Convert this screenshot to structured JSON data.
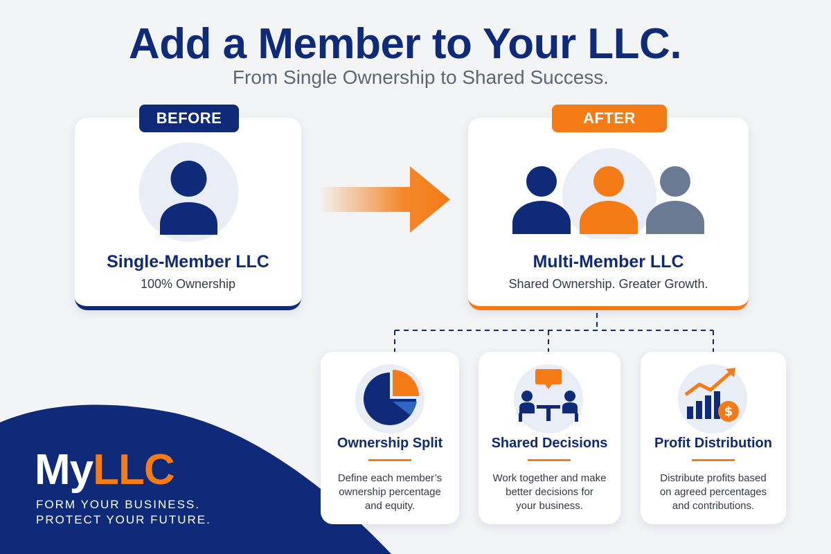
{
  "header": {
    "title": "Add a Member to Your LLC.",
    "subtitle": "From Single Ownership to Shared Success."
  },
  "before": {
    "badge": "BEFORE",
    "title": "Single-Member LLC",
    "text": "100% Ownership",
    "icon": "single-person-icon"
  },
  "after": {
    "badge": "AFTER",
    "title": "Multi-Member LLC",
    "text": "Shared Ownership. Greater Growth.",
    "icon": "group-of-people-icon"
  },
  "features": [
    {
      "title": "Ownership Split",
      "lines": [
        "Define each member’s",
        "ownership percentage",
        "and equity."
      ],
      "icon": "pie-chart-icon"
    },
    {
      "title": "Shared Decisions",
      "lines": [
        "Work together and make",
        "better decisions for",
        "your business."
      ],
      "icon": "meeting-icon"
    },
    {
      "title": "Profit Distribution",
      "lines": [
        "Distribute profits based",
        "on agreed percentages",
        "and contributions."
      ],
      "icon": "growth-chart-dollar-icon"
    }
  ],
  "brand": {
    "name_part1": "My",
    "name_part2": "LLC",
    "tagline_line1": "FORM YOUR BUSINESS.",
    "tagline_line2": "PROTECT YOUR FUTURE."
  },
  "colors": {
    "navy": "#0f2a78",
    "orange": "#f47b16",
    "gray": "#6b7a93",
    "background": "#f3f4f6"
  }
}
